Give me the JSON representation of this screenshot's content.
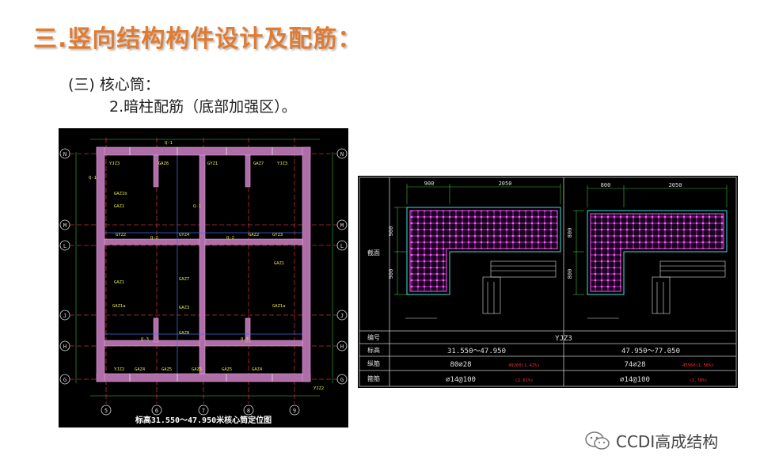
{
  "slide": {
    "title": "三.竖向结构构件设计及配筋：",
    "subheading": "(三) 核心筒：",
    "item": "2.暗柱配筋（底部加强区）。",
    "watermark": "CCDI高成结构"
  },
  "plan": {
    "caption": "标高31.550～47.950米核心筒定位图",
    "grid_rows": [
      "N",
      "M",
      "L",
      "J",
      "H",
      "G"
    ],
    "grid_cols": [
      "5",
      "6",
      "7",
      "8",
      "9"
    ],
    "labels": [
      "YJZ3",
      "GAZ6",
      "GYZ1",
      "GAZ7",
      "YJZ3",
      "GAZ1b",
      "GAZ1",
      "GYZ2",
      "GYZ4",
      "GAZ2",
      "GYZ3",
      "GAZ1",
      "GAZ7",
      "GAZ1a",
      "GAZ3",
      "GAZ1a",
      "GAZ8",
      "GAZ1",
      "YJZ2",
      "GAZ4",
      "GAZ5",
      "GAZ5",
      "GAZ5",
      "GAZ4",
      "YJZ2",
      "Q-1",
      "Q-2",
      "Q-2",
      "Q-3",
      "Q-3",
      "Q-1",
      "Q-1"
    ]
  },
  "detail": {
    "dims_left": [
      "900",
      "2050"
    ],
    "dims_right": [
      "800",
      "2050"
    ],
    "vdims_left": [
      "900",
      "900"
    ],
    "vdims_right": [
      "800",
      "800"
    ],
    "row_label_section": "截面",
    "table": {
      "headers": [
        "编号",
        "标高",
        "纵筋",
        "箍筋"
      ],
      "id": "YJZ3",
      "elev": [
        "31.550～47.950",
        "47.950～77.050"
      ],
      "long_bar": [
        "80⌀28",
        "74⌀28"
      ],
      "long_ratio": [
        "49260(1.42%)",
        "45560(1.56%)"
      ],
      "stirrup": [
        "⌀14@100",
        "⌀14@100"
      ],
      "stirrup_ratio": [
        "(2.61%)",
        "(2.78%)"
      ]
    }
  }
}
